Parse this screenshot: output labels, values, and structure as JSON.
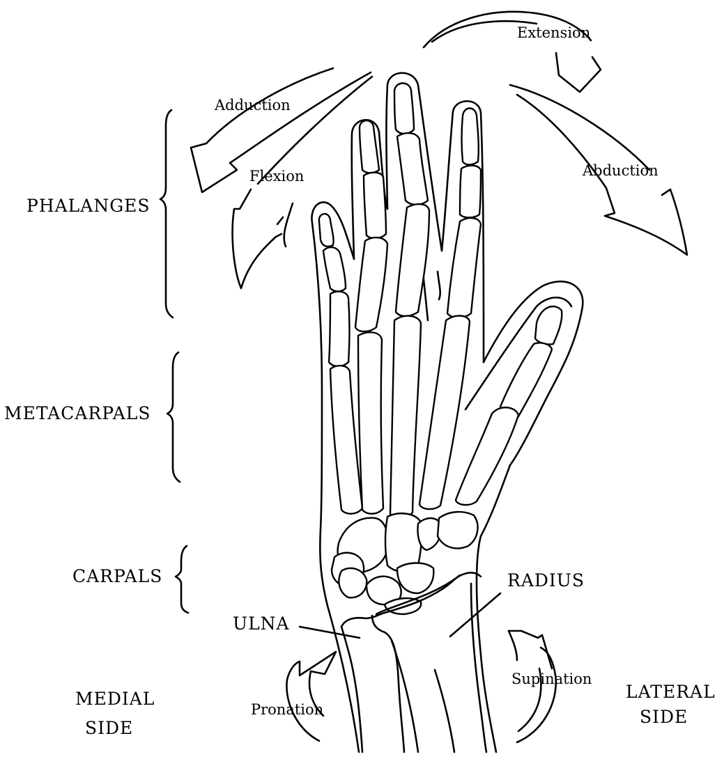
{
  "colors": {
    "ink": "#000000",
    "background": "#ffffff"
  },
  "labels": {
    "phalanges": "PHALANGES",
    "metacarpals": "METACARPALS",
    "carpals": "CARPALS",
    "ulna": "ULNA",
    "radius": "RADIUS",
    "medial_line1": "MEDIAL",
    "medial_line2": "SIDE",
    "lateral_line1": "LATERAL",
    "lateral_line2": "SIDE"
  },
  "movements": {
    "extension": "Extension",
    "adduction": "Adduction",
    "flexion": "Flexion",
    "abduction": "Abduction",
    "pronation": "Pronation",
    "supination": "Supination"
  }
}
